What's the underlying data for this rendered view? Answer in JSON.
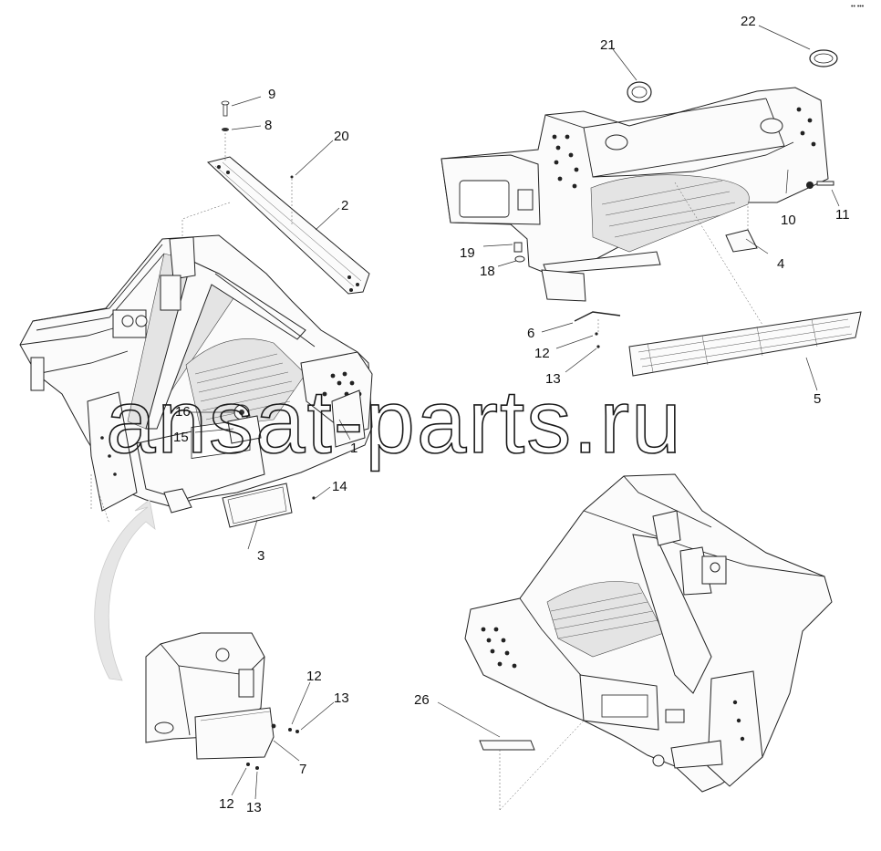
{
  "watermark": "ansat-parts.ru",
  "corner_mark": "•• •••",
  "callouts": [
    {
      "id": "c1",
      "label": "1"
    },
    {
      "id": "c2",
      "label": "2"
    },
    {
      "id": "c3",
      "label": "3"
    },
    {
      "id": "c4",
      "label": "4"
    },
    {
      "id": "c5",
      "label": "5"
    },
    {
      "id": "c6",
      "label": "6"
    },
    {
      "id": "c7",
      "label": "7"
    },
    {
      "id": "c8",
      "label": "8"
    },
    {
      "id": "c9",
      "label": "9"
    },
    {
      "id": "c10",
      "label": "10"
    },
    {
      "id": "c11",
      "label": "11"
    },
    {
      "id": "c12a",
      "label": "12"
    },
    {
      "id": "c12b",
      "label": "12"
    },
    {
      "id": "c12c",
      "label": "12"
    },
    {
      "id": "c13a",
      "label": "13"
    },
    {
      "id": "c13b",
      "label": "13"
    },
    {
      "id": "c13c",
      "label": "13"
    },
    {
      "id": "c14",
      "label": "14"
    },
    {
      "id": "c15",
      "label": "15"
    },
    {
      "id": "c16",
      "label": "16"
    },
    {
      "id": "c18",
      "label": "18"
    },
    {
      "id": "c19",
      "label": "19"
    },
    {
      "id": "c20",
      "label": "20"
    },
    {
      "id": "c21",
      "label": "21"
    },
    {
      "id": "c22",
      "label": "22"
    },
    {
      "id": "c26",
      "label": "26"
    }
  ]
}
